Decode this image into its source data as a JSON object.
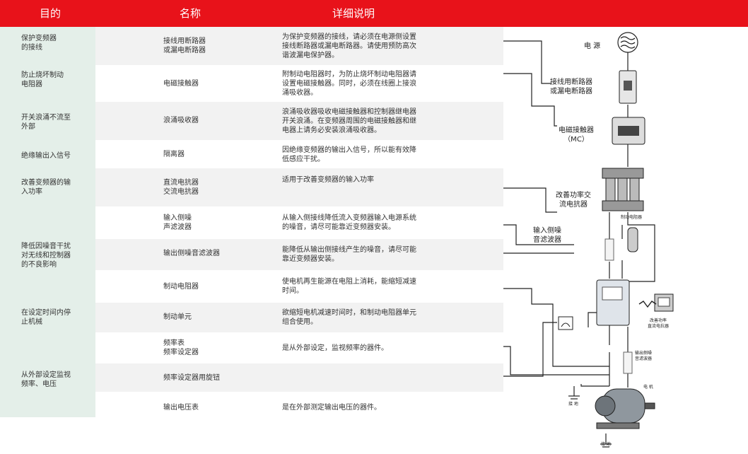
{
  "header": {
    "col_purpose": "目的",
    "col_name": "名称",
    "col_detail": "详细说明"
  },
  "purposes": [
    "保护变频器\n的接线",
    "防止烧坏制动\n电阻器",
    "开关浪涌不流至\n外部",
    "绝缘输出入信号",
    "改善变频器的输\n入功率",
    "降低因噪音干扰\n对无线和控制器\n的不良影响",
    "在设定时间内停\n止机械",
    "从外部设定监视\n频率、电压"
  ],
  "rows": [
    {
      "name": "接线用断路器\n或漏电断路器",
      "detail": "为保护变频器的接线，请必须在电源侧设置\n接线断路器或漏电断路器。请使用预防高次\n谐波漏电保护器。"
    },
    {
      "name": "电磁接触器",
      "detail": "附制动电阻器时，为防止烧坏制动电阻器请\n设置电磁接触器。同时，必须在线圈上接浪\n涌吸收器。"
    },
    {
      "name": "浪涌吸收器",
      "detail": "浪涌吸收器吸收电磁接触器和控制器继电器\n开关浪涌。在变频器周围的电磁接触器和继\n电器上请务必安装浪涌吸收器。"
    },
    {
      "name": "隔离器",
      "detail": "因绝缘变频器的输出入信号，所以能有效降\n低感应干扰。"
    },
    {
      "name": "直流电抗器\n交流电抗器",
      "detail": "适用于改善变频器的输入功率"
    },
    {
      "name": "输入侧噪\n声滤波器",
      "detail": "从输入侧接线降低流入变频器输入电源系统\n的噪音，请尽可能靠近变频器安装。"
    },
    {
      "name": "输出侧噪音滤波器",
      "detail": "能降低从输出侧接线产生的噪音，请尽可能\n靠近变频器安装。"
    },
    {
      "name": "制动电阻器",
      "detail": "使电机再生能源在电阻上消耗，能缩短减速\n时间。"
    },
    {
      "name": "制动单元",
      "detail": "欲缩短电机减速时间时，和制动电阻器单元\n组合使用。"
    },
    {
      "name": "频率表\n频率设定器",
      "detail": "是从外部设定，监视频率的器件。"
    },
    {
      "name": "频率设定器用旋钮",
      "detail": ""
    },
    {
      "name": "输出电压表",
      "detail": "是在外部测定输出电压的器件。"
    }
  ],
  "diagram": {
    "power": "电  源",
    "breaker": "接线用断路器\n或漏电断路器",
    "contactor": "电磁接触器\n（MC）",
    "reactor": "改善功率交\n流电抗器",
    "brake_resistor": "制动电阻器",
    "input_filter": "输入侧噪\n音滤波器",
    "dc_reactor": "改善功率\n直流电抗器",
    "output_filter": "输出侧噪\n音滤波器",
    "motor": "电  机",
    "ground1": "接  地",
    "ground2": "接  地"
  }
}
